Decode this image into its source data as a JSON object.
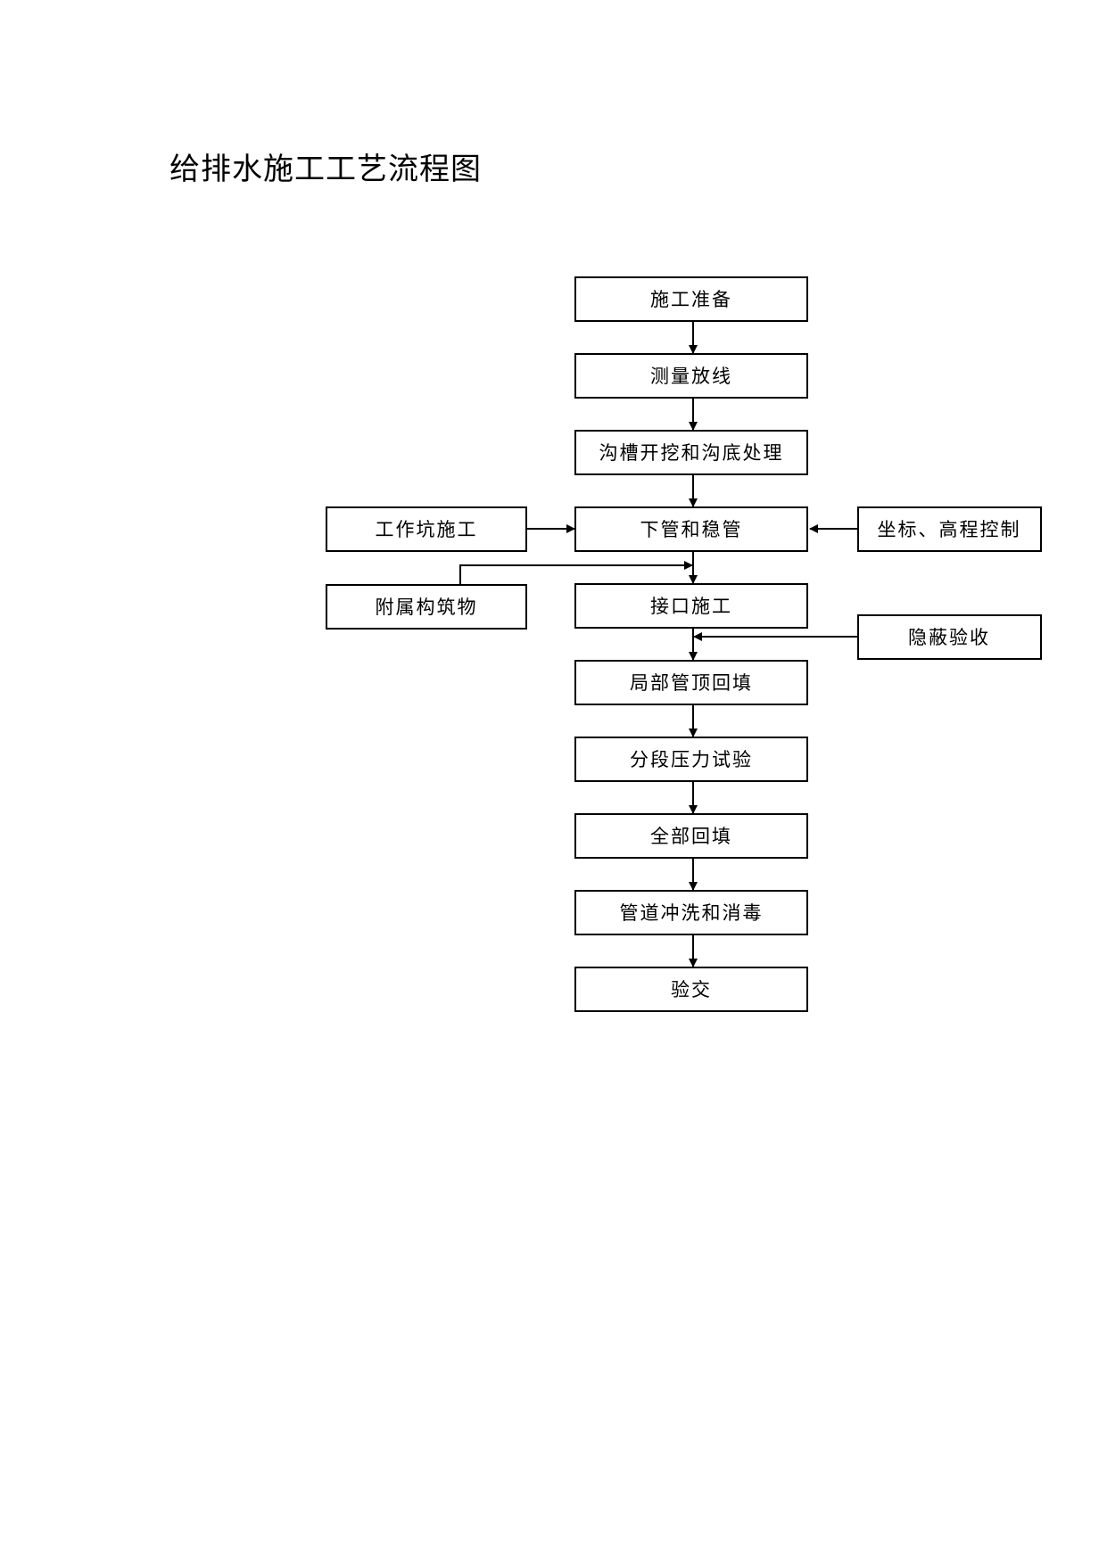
{
  "document": {
    "title": "给排水施工工艺流程图"
  },
  "flowchart": {
    "main_steps": [
      "施工准备",
      "测量放线",
      "沟槽开挖和沟底处理",
      "下管和稳管",
      "接口施工",
      "局部管顶回填",
      "分段压力试验",
      "全部回填",
      "管道冲洗和消毒",
      "验交"
    ],
    "side_inputs": {
      "pit_work": "工作坑施工",
      "coordinate_control": "坐标、高程控制",
      "ancillary_structures": "附属构筑物",
      "concealed_acceptance": "隐蔽验收"
    }
  }
}
